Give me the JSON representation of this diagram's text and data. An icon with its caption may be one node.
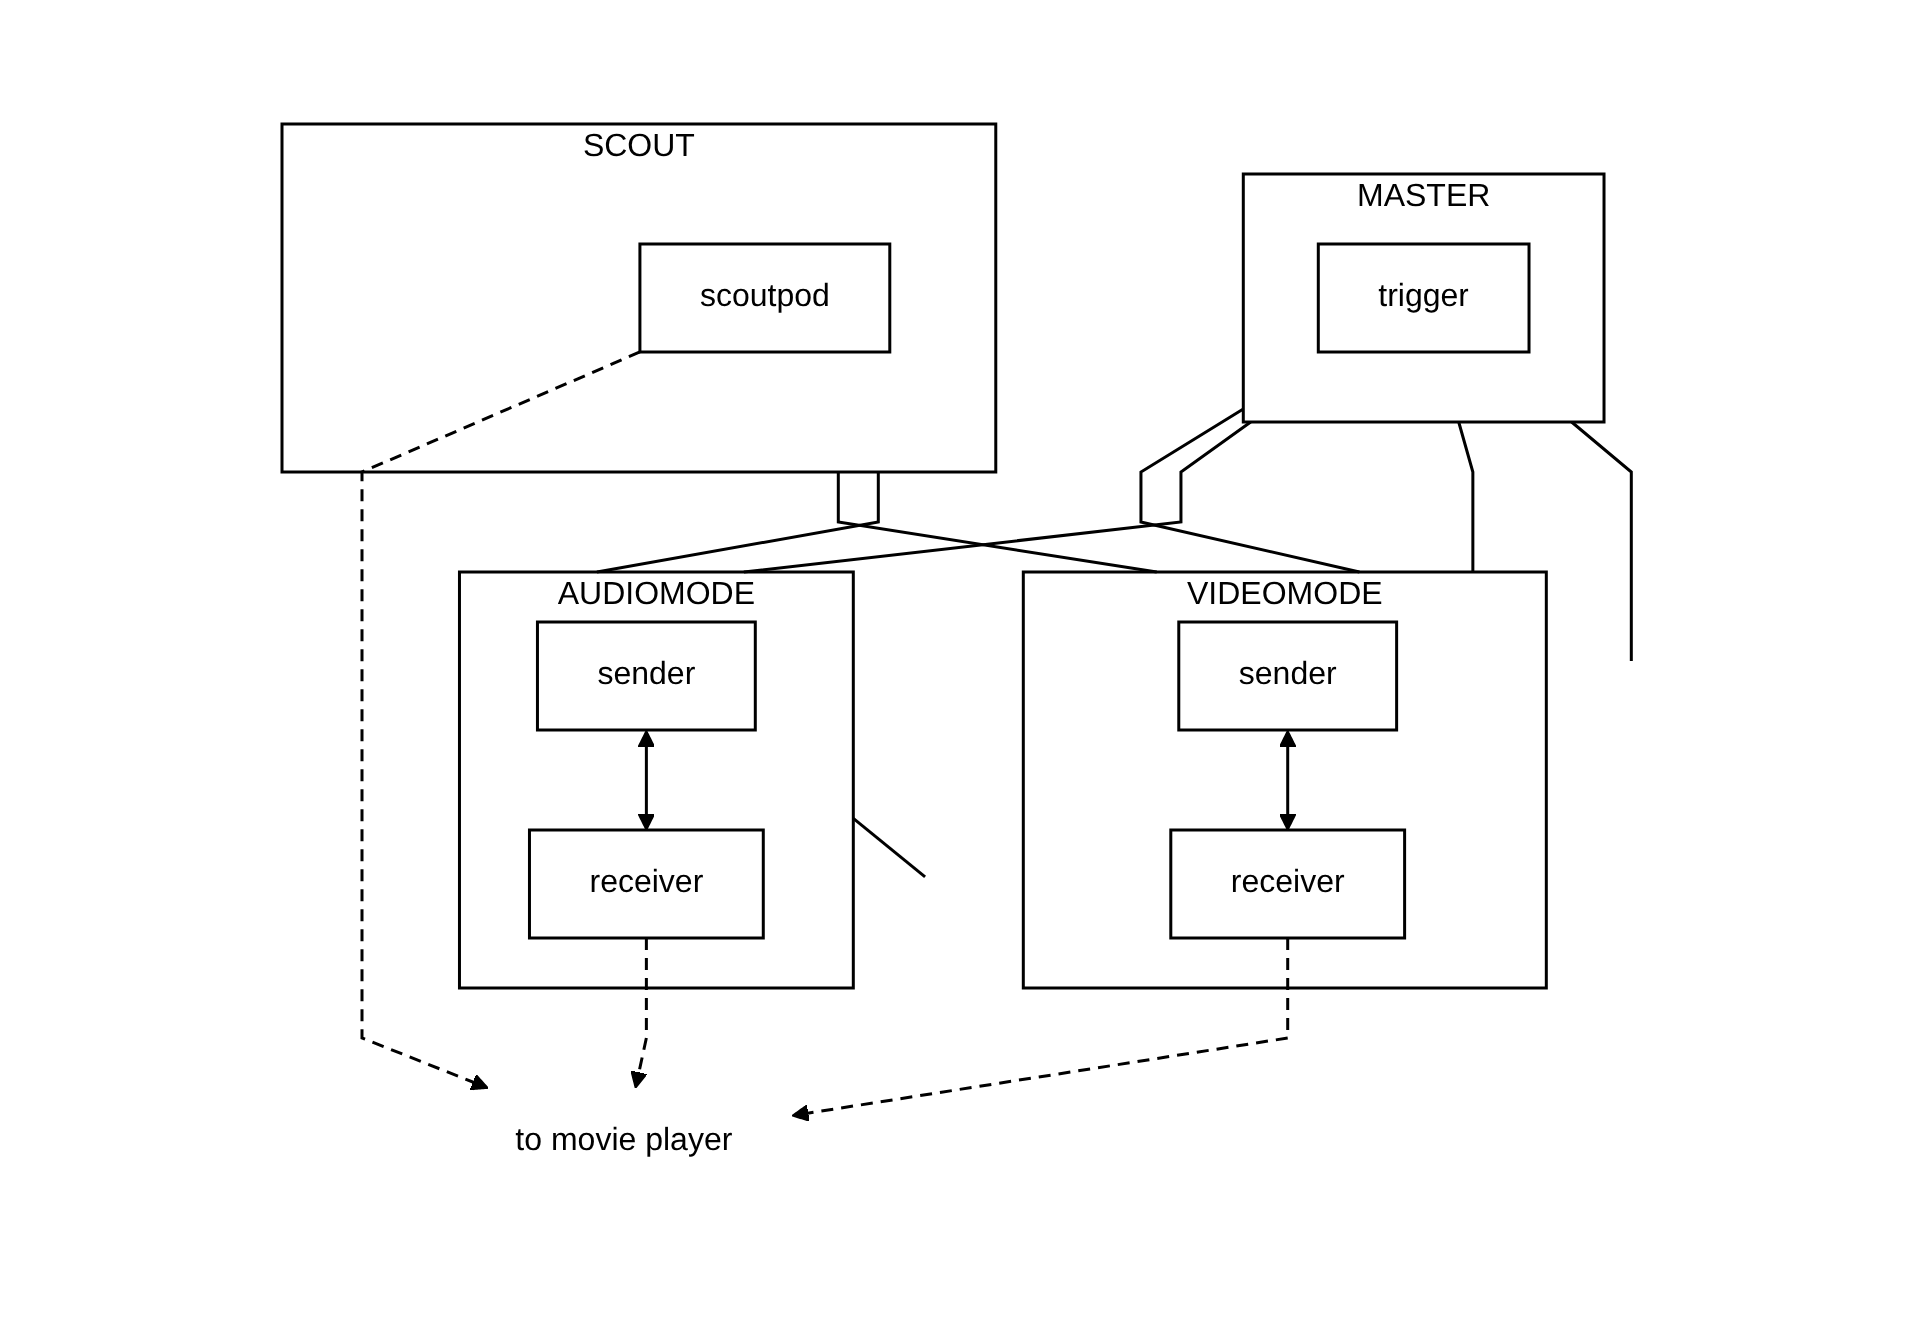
{
  "diagram": {
    "nodes": [
      {
        "text": [
          "MASTER"
        ]
      },
      {
        "text": [
          "trigger"
        ],
        "in": 0
      },
      {
        "text": [
          "SCOUT"
        ]
      },
      {
        "text": [
          "scoutpod"
        ],
        "in": 2
      },
      {
        "text": [
          "VIDEOMODE"
        ]
      },
      {
        "text": [
          "sender"
        ],
        "in": 4
      },
      {
        "text": [
          "receiver"
        ],
        "in": 4
      },
      {
        "text": [
          "AUDIOMODE"
        ]
      },
      {
        "text": [
          "sender"
        ],
        "in": 7
      },
      {
        "text": [
          "receiver"
        ],
        "in": 7
      },
      {
        "text": [
          "to movie player"
        ]
      }
    ],
    "edges": [
      {
        "from": 0,
        "to": 4,
        "arrow": "none"
      },
      {
        "from": 0,
        "to": 7,
        "arrow": "none"
      },
      {
        "from": 2,
        "to": 4,
        "arrow": "none"
      },
      {
        "from": 2,
        "to": 7,
        "arrow": "none"
      },
      {
        "from": 0,
        "to": 4,
        "arrow": "none"
      },
      {
        "from": 0,
        "to": null,
        "arrow": "none"
      },
      {
        "from": 7,
        "to": null,
        "arrow": "none"
      },
      {
        "from": 5,
        "to": 6,
        "arrow": "both"
      },
      {
        "from": 8,
        "to": 9,
        "arrow": "both"
      },
      {
        "from": 3,
        "to": 10,
        "arrow": "to",
        "style": "dashed"
      },
      {
        "from": 6,
        "to": 10,
        "arrow": "to",
        "style": "dashed"
      },
      {
        "from": 9,
        "to": 10,
        "arrow": "to",
        "style": "dashed"
      }
    ]
  }
}
